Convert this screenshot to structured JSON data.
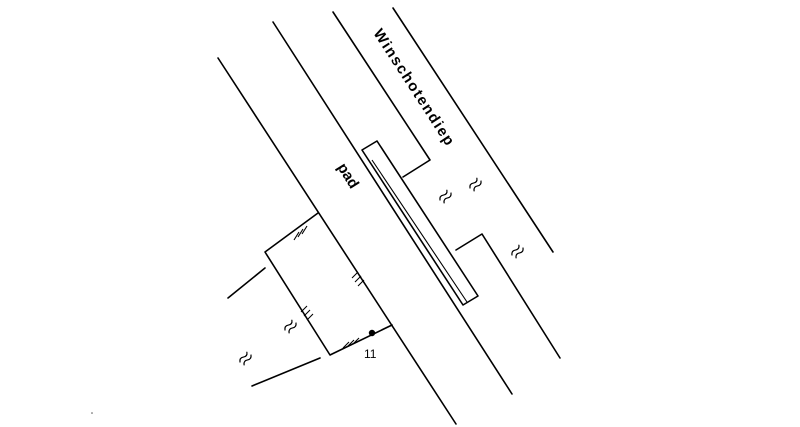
{
  "labels": {
    "canal": "Winschotendiep",
    "path": "pad",
    "point_number": "11"
  },
  "colors": {
    "ink": "#000000",
    "paper": "#ffffff"
  },
  "symbols": {
    "water": "water-wave-icon",
    "embankment": "embankment-hatch"
  }
}
